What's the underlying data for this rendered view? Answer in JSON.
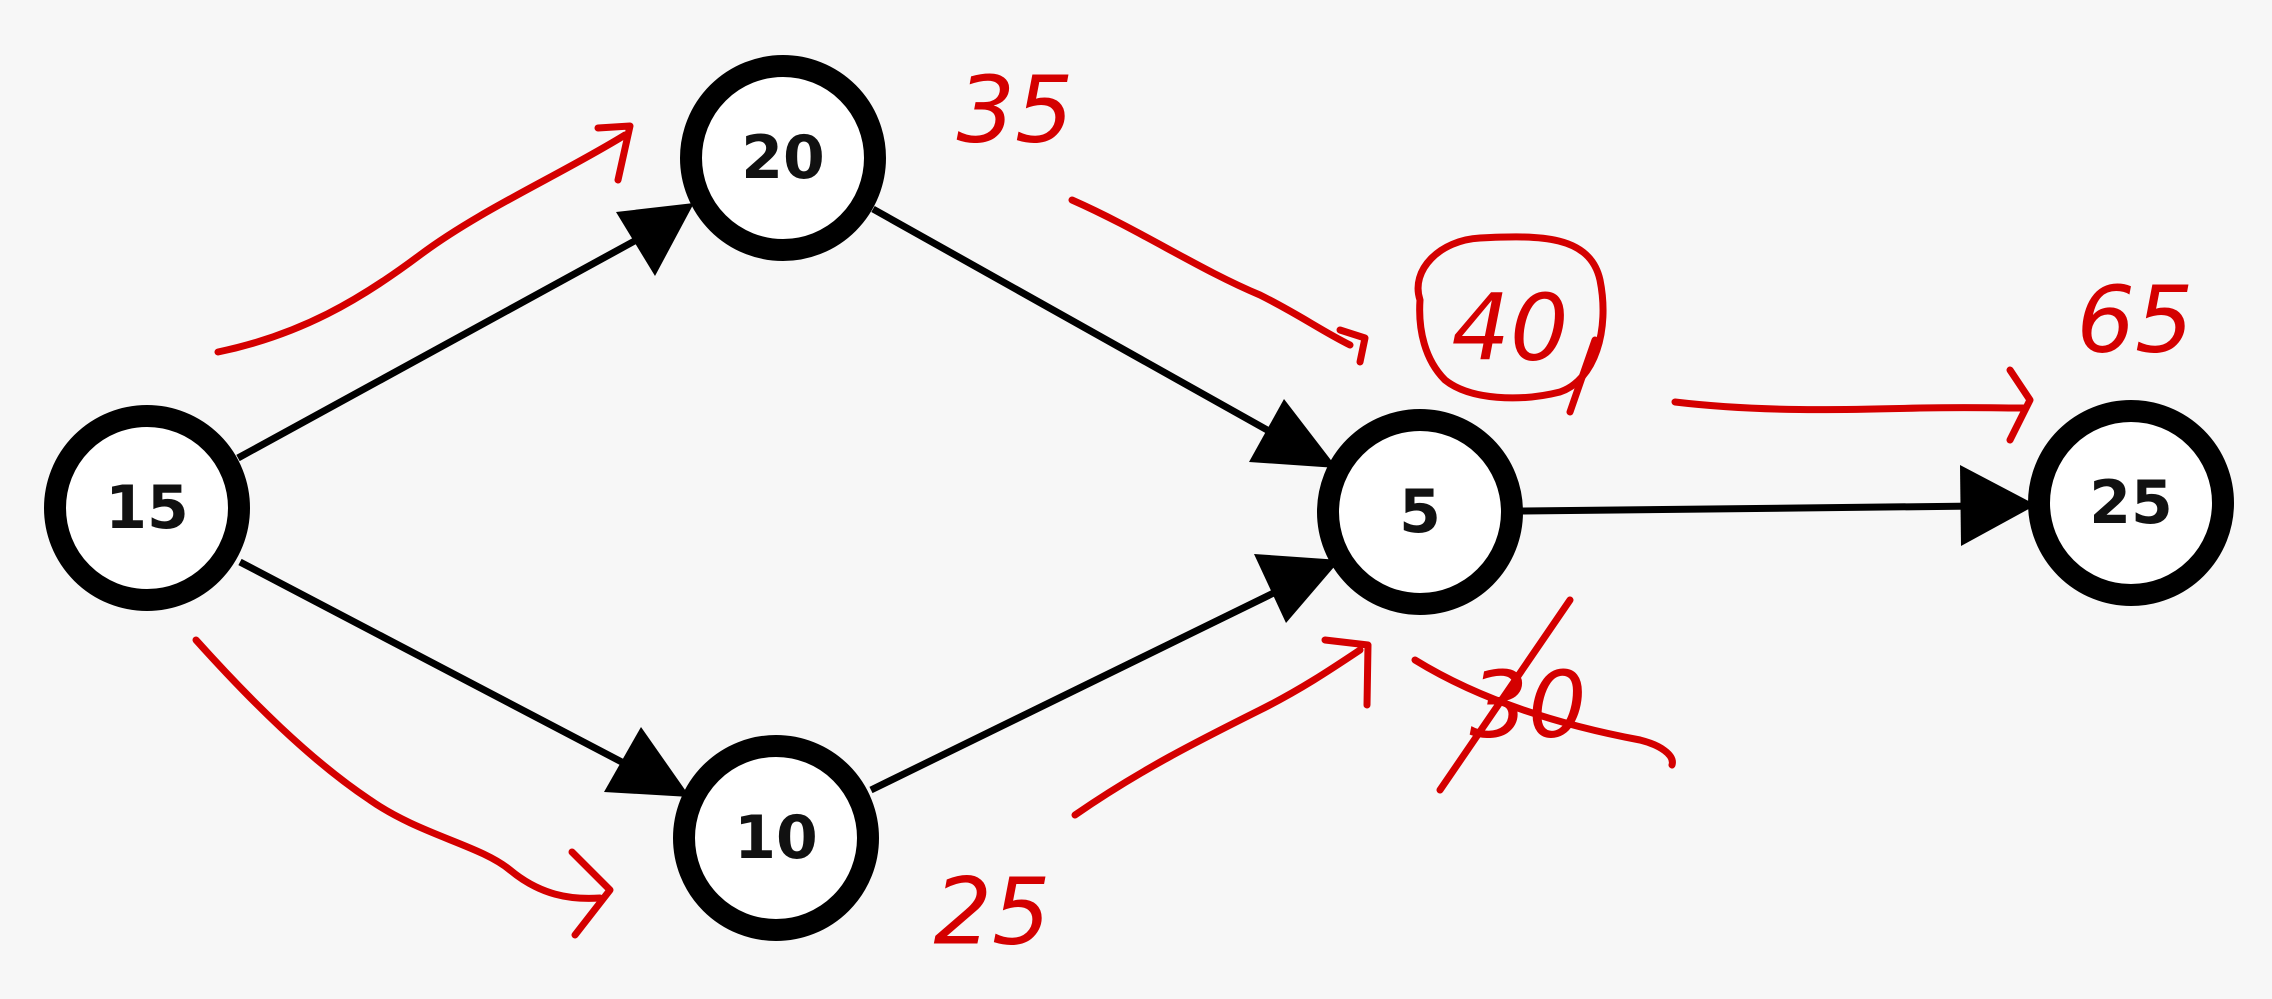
{
  "nodes": [
    {
      "id": "n15",
      "label": "15"
    },
    {
      "id": "n20",
      "label": "20"
    },
    {
      "id": "n10",
      "label": "10"
    },
    {
      "id": "n5",
      "label": "5"
    },
    {
      "id": "n25",
      "label": "25"
    }
  ],
  "edges": [
    {
      "from": "n15",
      "to": "n20"
    },
    {
      "from": "n15",
      "to": "n10"
    },
    {
      "from": "n20",
      "to": "n5"
    },
    {
      "from": "n10",
      "to": "n5"
    },
    {
      "from": "n5",
      "to": "n25"
    }
  ],
  "annotations": {
    "n20_total": "35",
    "n10_total": "25",
    "n5_max": "40",
    "n5_crossed": "30",
    "n25_total": "65"
  },
  "colors": {
    "node_stroke": "#000000",
    "node_fill": "#ffffff",
    "annotation_ink": "#d40000",
    "background": "#f7f7f7"
  }
}
